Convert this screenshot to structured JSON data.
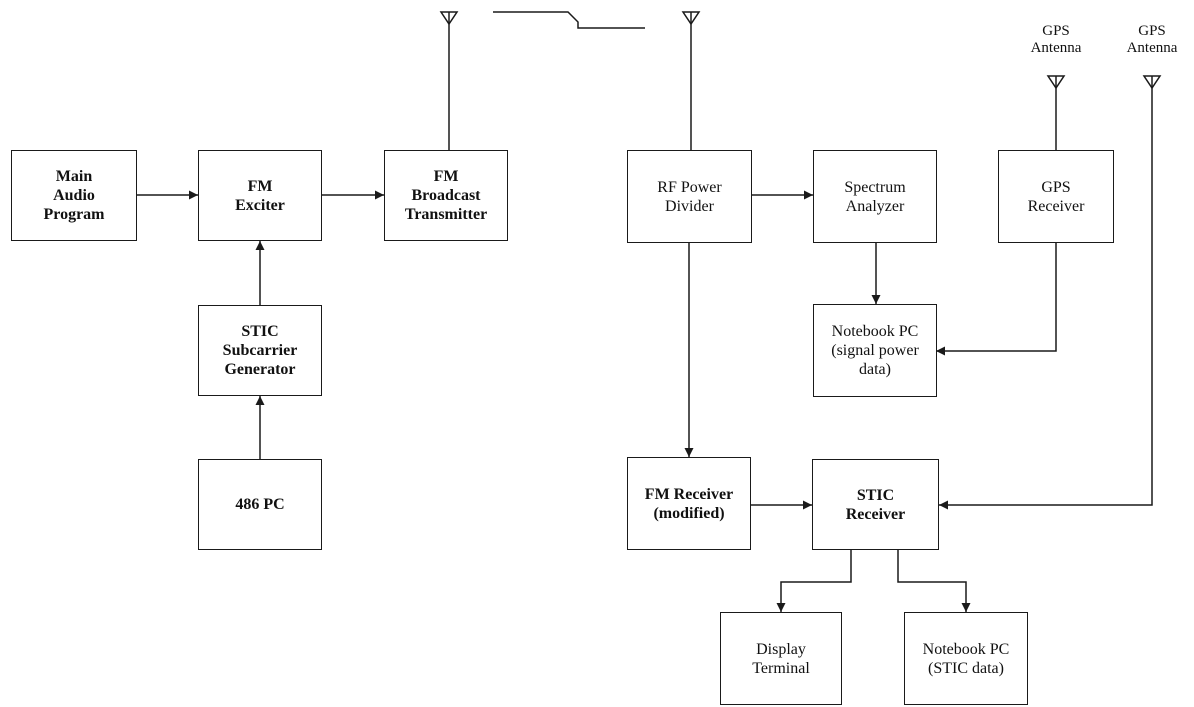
{
  "diagram": {
    "blocks": {
      "main_audio": "Main\nAudio\nProgram",
      "fm_exciter": "FM\nExciter",
      "fm_transmitter": "FM\nBroadcast\nTransmitter",
      "stic_generator": "STIC\nSubcarrier\nGenerator",
      "pc_486": "486 PC",
      "rf_divider": "RF Power\nDivider",
      "spectrum_analyzer": "Spectrum\nAnalyzer",
      "gps_receiver": "GPS\nReceiver",
      "notebook_signal": "Notebook PC\n(signal power\ndata)",
      "fm_receiver": "FM Receiver\n(modified)",
      "stic_receiver": "STIC\nReceiver",
      "display_terminal": "Display\nTerminal",
      "notebook_stic": "Notebook PC\n(STIC data)"
    },
    "antenna_labels": {
      "gps_1": "GPS\nAntenna",
      "gps_2": "GPS\nAntenna"
    }
  }
}
